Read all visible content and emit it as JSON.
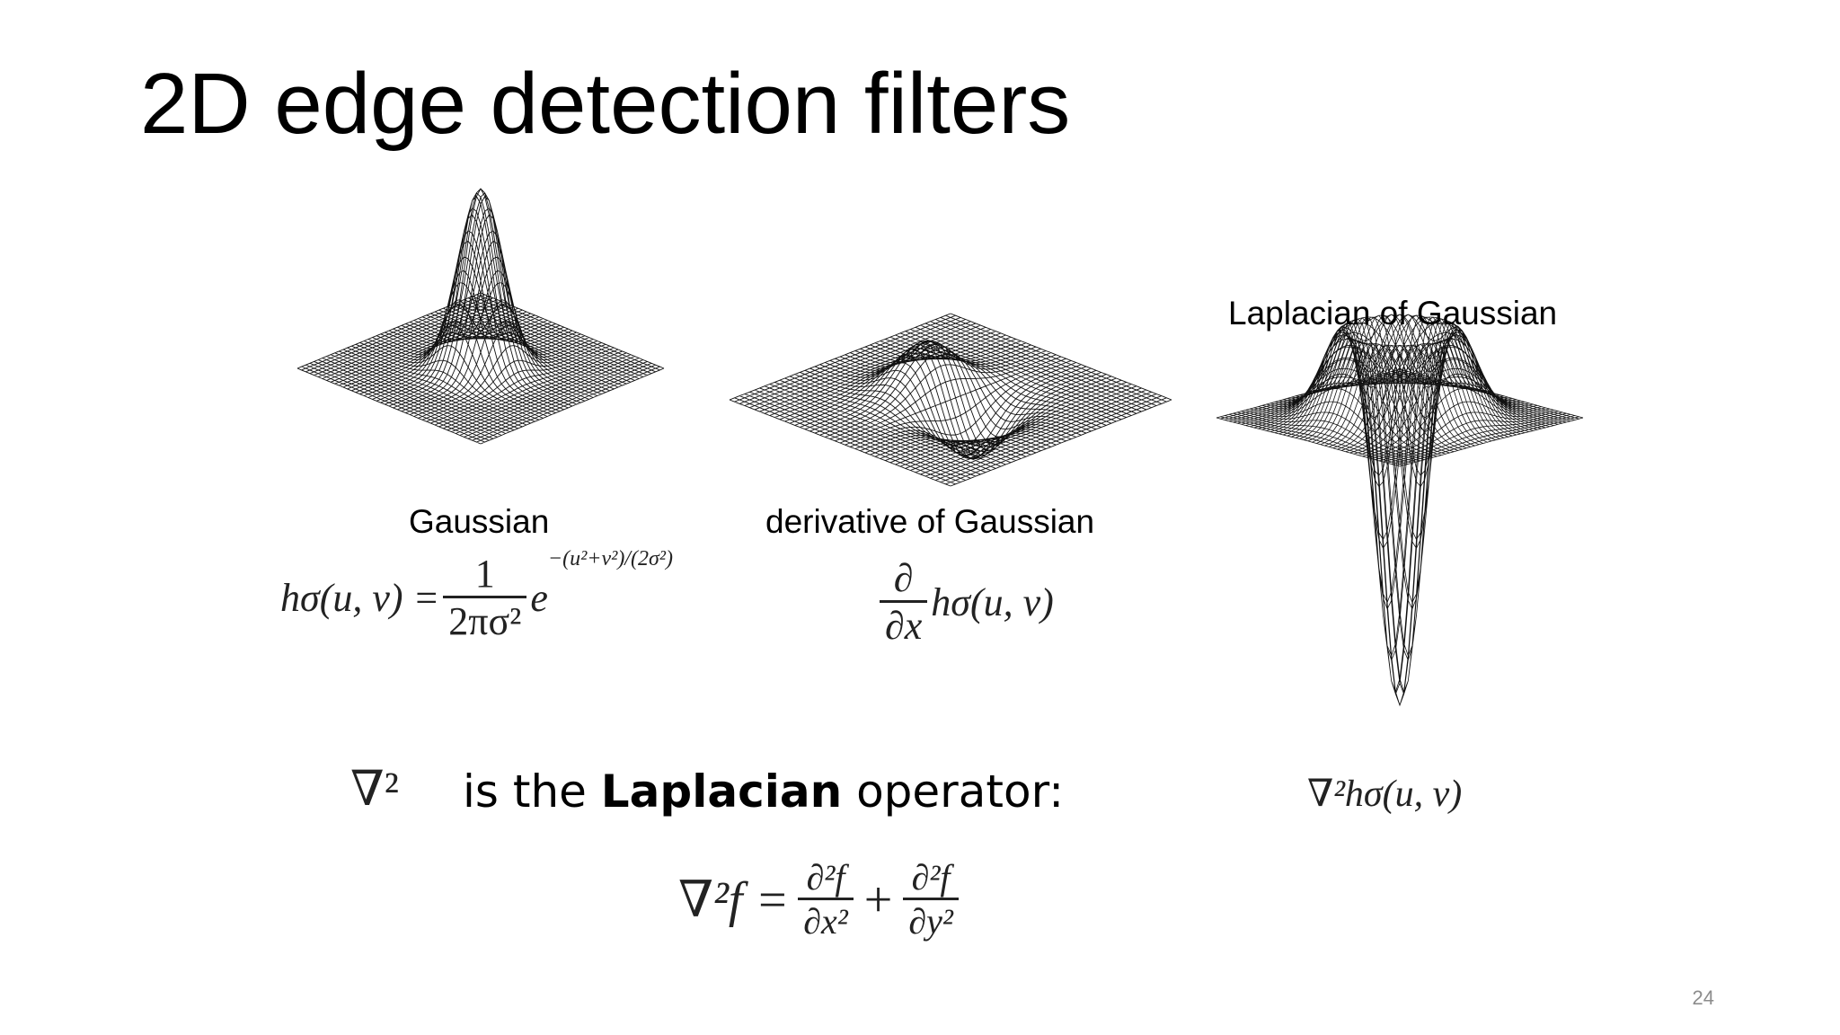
{
  "slide": {
    "title": "2D edge detection filters",
    "page_number": "24"
  },
  "panels": {
    "gaussian": {
      "label": "Gaussian"
    },
    "dog": {
      "label": "derivative of Gaussian"
    },
    "log": {
      "label": "Laplacian of Gaussian"
    }
  },
  "equations": {
    "gaussian_lhs": "hσ(u, v) =",
    "gaussian_num": "1",
    "gaussian_den": "2πσ²",
    "gaussian_exp": "e",
    "gaussian_exponent": "−(u²+v²)/(2σ²)",
    "dog_num": "∂",
    "dog_den": "∂x",
    "dog_fn": "hσ(u, v)",
    "log_expr": "∇²hσ(u, v)",
    "laplacian_symbol": "∇²",
    "laplacian_lhs": "∇²f =",
    "laplacian_num1": "∂²f",
    "laplacian_den1": "∂x²",
    "laplacian_plus": "+",
    "laplacian_num2": "∂²f",
    "laplacian_den2": "∂y²"
  },
  "laplacian_text": {
    "prefix": "is the ",
    "bold": "Laplacian",
    "suffix": " operator:"
  }
}
